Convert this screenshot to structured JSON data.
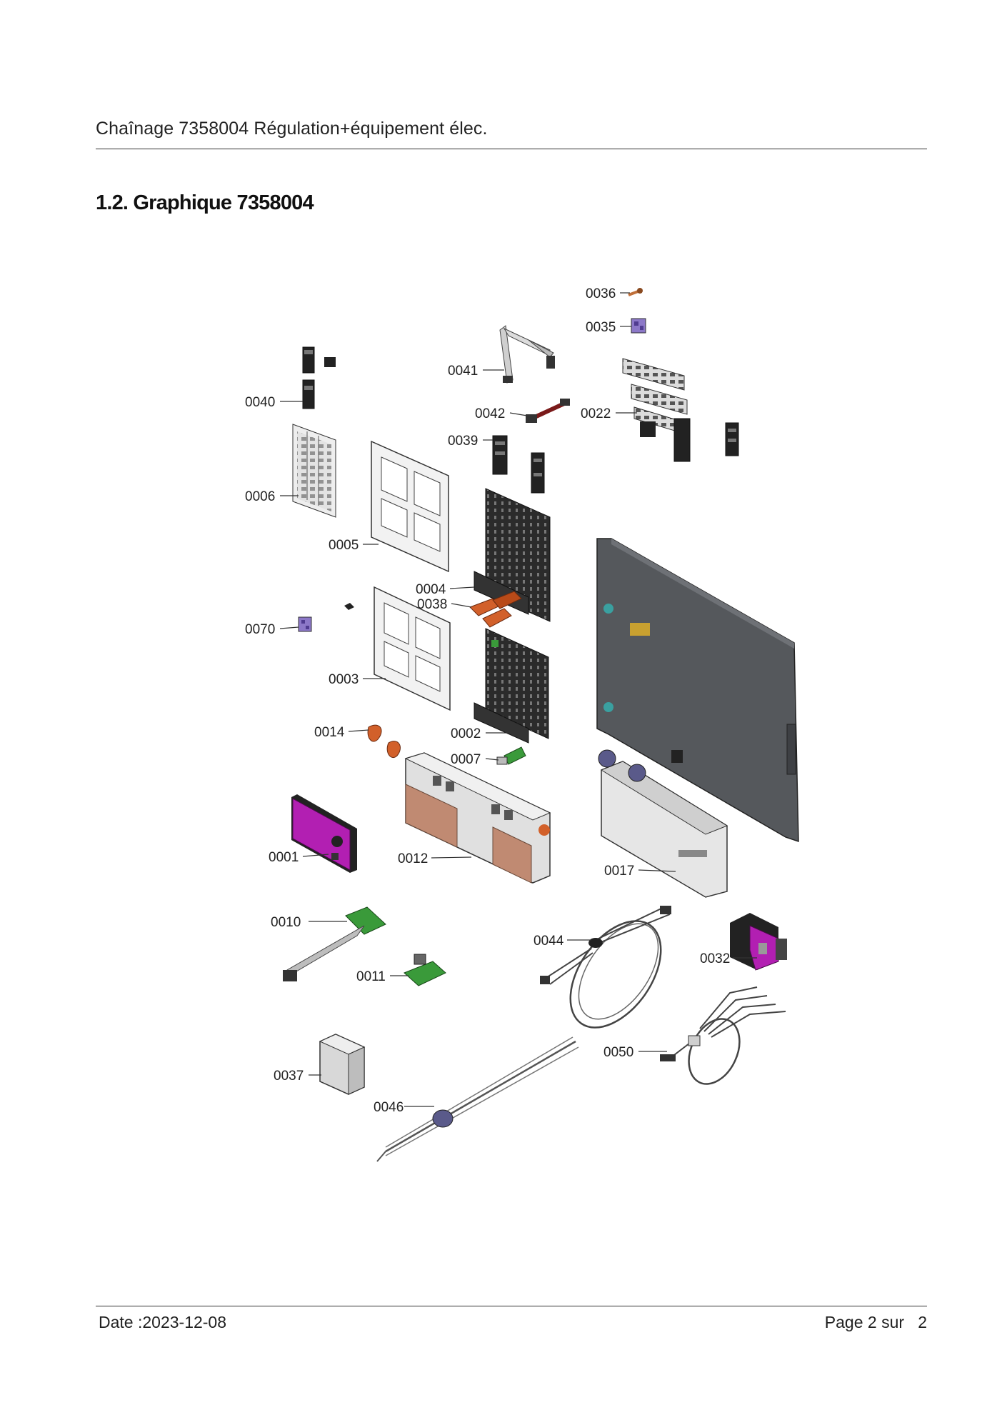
{
  "document": {
    "header": "Chaînage 7358004 Régulation+équipement élec.",
    "section_title": "1.2. Graphique 7358004",
    "footer_date": "Date :2023-12-08",
    "footer_page": "Page 2 sur   2"
  },
  "diagram": {
    "callouts": {
      "p0036": "0036",
      "p0035": "0035",
      "p0041": "0041",
      "p0040": "0040",
      "p0042": "0042",
      "p0022": "0022",
      "p0039": "0039",
      "p0006": "0006",
      "p0005": "0005",
      "p0004": "0004",
      "p0038": "0038",
      "p0070": "0070",
      "p0003": "0003",
      "p0014": "0014",
      "p0002": "0002",
      "p0007": "0007",
      "p0001": "0001",
      "p0012": "0012",
      "p0017": "0017",
      "p0010": "0010",
      "p0044": "0044",
      "p0032": "0032",
      "p0011": "0011",
      "p0050": "0050",
      "p0037": "0037",
      "p0046": "0046"
    },
    "colors": {
      "plate": "#55585c",
      "frame": "#e6e6e6",
      "board": "#2b2b2b",
      "magenta": "#b21fb2",
      "copper": "#c08a72",
      "green": "#3a9a3a",
      "orange": "#d2602a"
    }
  }
}
